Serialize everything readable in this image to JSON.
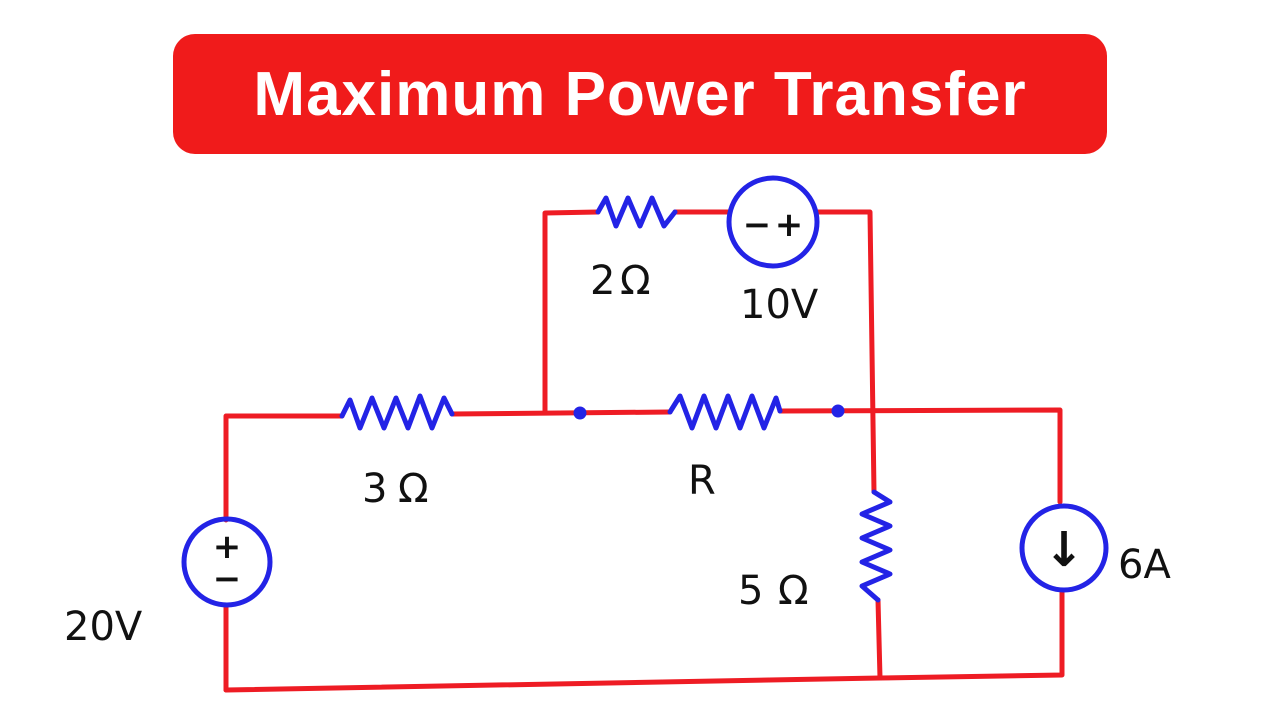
{
  "title": "Maximum Power Transfer",
  "colors": {
    "banner": "#f01b1b",
    "wire": "#ee1c24",
    "component": "#2323e6",
    "label": "#111111"
  },
  "components": {
    "voltage_source_main": {
      "label": "20V",
      "value": 20,
      "unit": "V",
      "plus": "+",
      "minus": "−"
    },
    "resistor_3": {
      "label": "3",
      "unit_symbol": "Ω"
    },
    "resistor_R": {
      "label": "R"
    },
    "resistor_2": {
      "label": "2",
      "unit_symbol": "Ω"
    },
    "voltage_source_top": {
      "label": "10V",
      "value": 10,
      "unit": "V",
      "minus": "−",
      "plus": "+"
    },
    "resistor_5": {
      "label": "5",
      "unit_symbol": "Ω"
    },
    "current_source": {
      "label": "6A",
      "value": 6,
      "unit": "A",
      "arrow": "↓"
    }
  }
}
